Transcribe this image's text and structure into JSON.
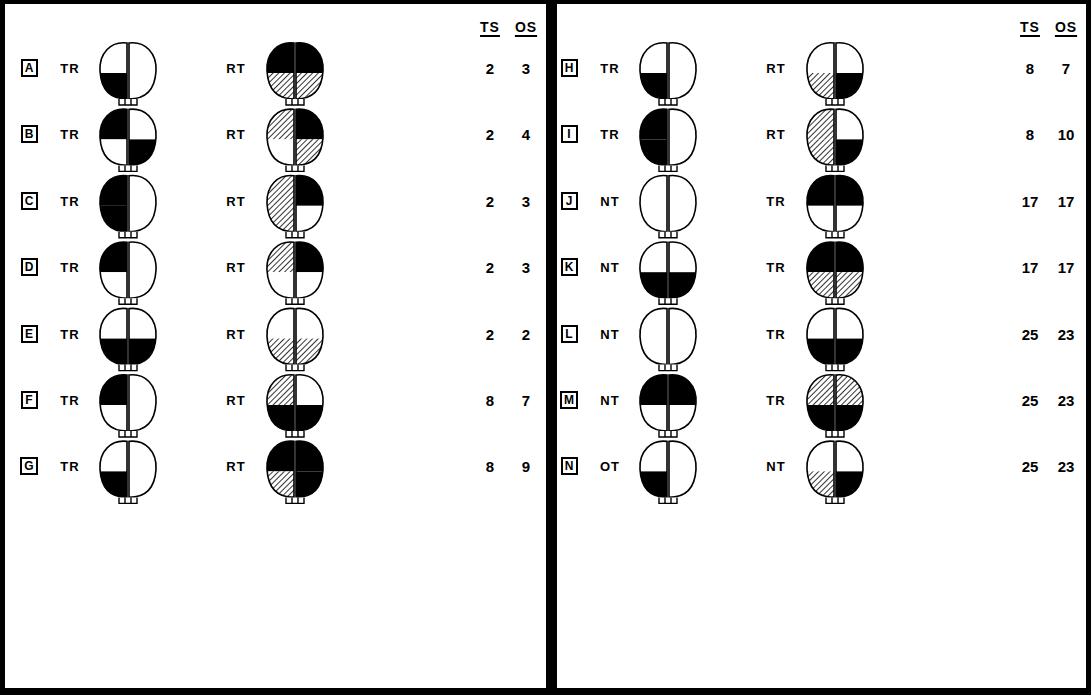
{
  "diagram": {
    "nodes": [
      {
        "text": [
          "A"
        ]
      },
      {
        "text": [
          "B"
        ]
      },
      {
        "text": [
          "C"
        ]
      },
      {
        "text": [
          "D"
        ]
      },
      {
        "text": [
          "E"
        ]
      },
      {
        "text": [
          "F"
        ]
      },
      {
        "text": [
          "G"
        ]
      },
      {
        "text": [
          "H"
        ]
      },
      {
        "text": [
          "I"
        ]
      },
      {
        "text": [
          "J"
        ]
      },
      {
        "text": [
          "K"
        ]
      },
      {
        "text": [
          "L"
        ]
      },
      {
        "text": [
          "M"
        ]
      },
      {
        "text": [
          "N"
        ]
      }
    ],
    "labels": [
      "TS",
      "OS",
      "TR",
      "RT",
      "2",
      "3",
      "TR",
      "RT",
      "2",
      "4",
      "TR",
      "RT",
      "2",
      "3",
      "TR",
      "RT",
      "2",
      "3",
      "TR",
      "RT",
      "2",
      "2",
      "TR",
      "RT",
      "8",
      "7",
      "TR",
      "RT",
      "8",
      "9",
      "TS",
      "OS",
      "TR",
      "RT",
      "8",
      "7",
      "TR",
      "RT",
      "8",
      "10",
      "NT",
      "TR",
      "17",
      "17",
      "NT",
      "TR",
      "17",
      "17",
      "NT",
      "TR",
      "25",
      "23",
      "NT",
      "TR",
      "25",
      "23",
      "OT",
      "NT",
      "25",
      "23"
    ]
  }
}
